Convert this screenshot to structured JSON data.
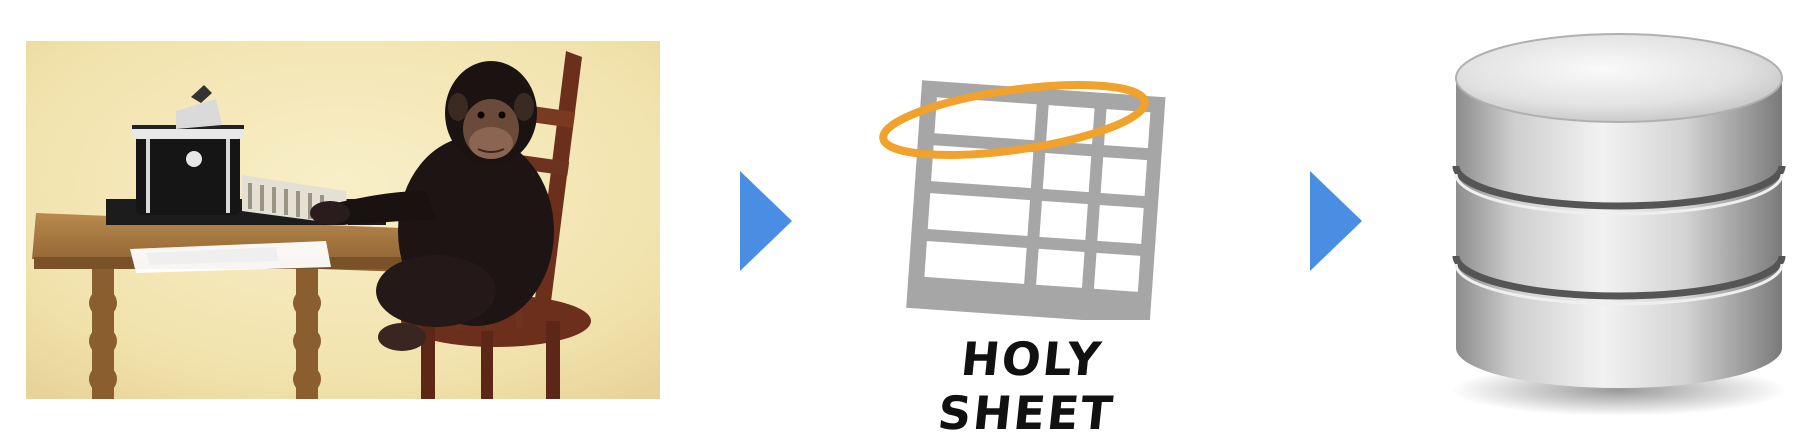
{
  "diagram": {
    "steps": [
      {
        "id": "chimp",
        "icon": "chimpanzee-typewriter-photo-icon"
      },
      {
        "id": "holy-sheet",
        "icon": "spreadsheet-halo-icon",
        "title": "HOLY SHEET"
      },
      {
        "id": "database",
        "icon": "database-cylinder-icon"
      }
    ],
    "connectors": [
      "arrow-right-icon",
      "arrow-right-icon"
    ]
  },
  "colors": {
    "arrow": "#4a8ee3",
    "halo": "#f0a22c",
    "sheet_grid": "#a6a6a6",
    "photo_background": "#f4e7b8",
    "database_silver": "#c9c9c9"
  }
}
